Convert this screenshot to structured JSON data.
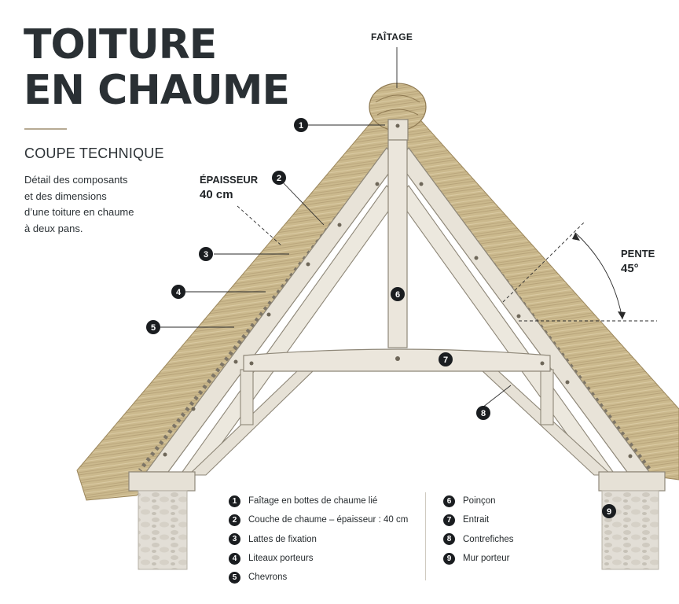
{
  "header": {
    "title_lines": [
      "TOITURE",
      "EN CHAUME"
    ],
    "subtitle": "COUPE TECHNIQUE",
    "description_lines": [
      "Détail des composants",
      "et des dimensions",
      "d’une toiture en chaume",
      "à deux pans."
    ]
  },
  "labels": {
    "faitage": "FAÎTAGE",
    "epaisseur_title": "ÉPAISSEUR",
    "epaisseur_value": "40 cm",
    "pente_title": "PENTE",
    "pente_value": "45°"
  },
  "callouts": [
    "1",
    "2",
    "3",
    "4",
    "5",
    "6",
    "7",
    "8",
    "9"
  ],
  "legend": {
    "left": [
      {
        "num": "1",
        "text": "Faîtage en bottes de chaume lié"
      },
      {
        "num": "2",
        "text": "Couche de chaume – épaisseur : 40 cm"
      },
      {
        "num": "3",
        "text": "Lattes de fixation"
      },
      {
        "num": "4",
        "text": "Liteaux porteurs"
      },
      {
        "num": "5",
        "text": "Chevrons"
      }
    ],
    "right": [
      {
        "num": "6",
        "text": "Poinçon"
      },
      {
        "num": "7",
        "text": "Entrait"
      },
      {
        "num": "8",
        "text": "Contrefiches"
      },
      {
        "num": "9",
        "text": "Mur porteur"
      }
    ]
  },
  "colors": {
    "thatch": "#c9b68a",
    "thatch_dark": "#a08b5e",
    "timber": "#e6e1d6",
    "timber_edge": "#8e8778",
    "stone": "#dcd8cf",
    "text": "#2a3034",
    "callout": "#1a1d20",
    "accent": "#b7aa93"
  }
}
